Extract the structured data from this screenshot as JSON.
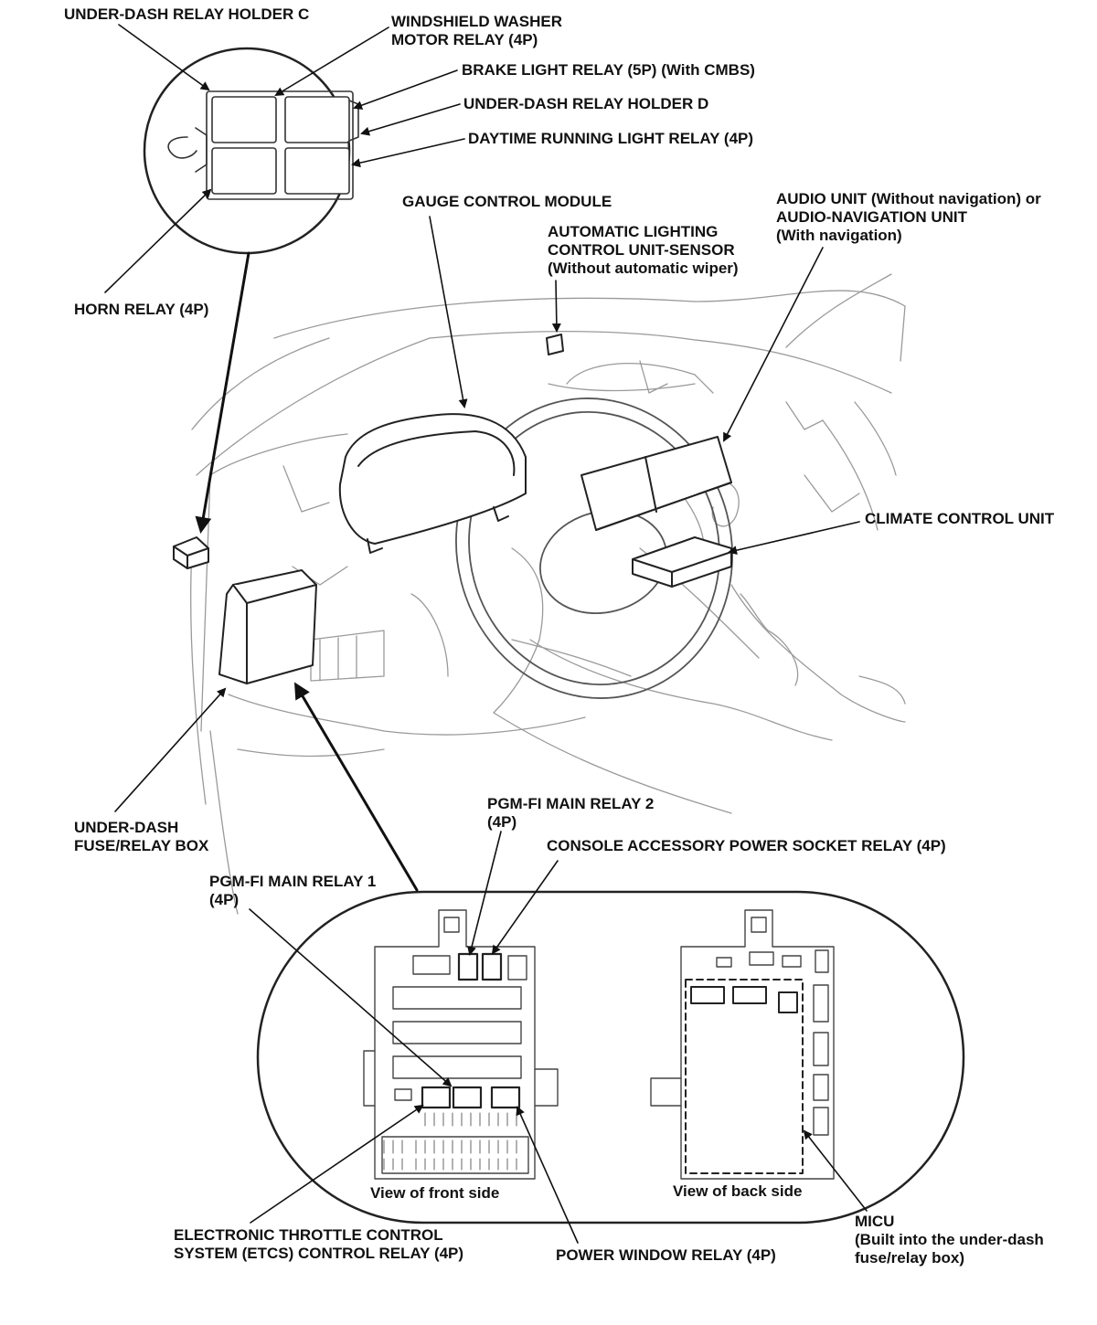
{
  "labels": {
    "relay_holder_c": [
      "UNDER-DASH RELAY HOLDER C"
    ],
    "washer_relay": [
      "WINDSHIELD WASHER",
      "MOTOR RELAY (4P)"
    ],
    "brake_relay": [
      "BRAKE LIGHT RELAY (5P) (With CMBS)"
    ],
    "relay_holder_d": [
      "UNDER-DASH RELAY HOLDER D"
    ],
    "drl_relay": [
      "DAYTIME RUNNING LIGHT RELAY (4P)"
    ],
    "gauge_module": [
      "GAUGE CONTROL MODULE"
    ],
    "lighting_sensor": [
      "AUTOMATIC LIGHTING",
      "CONTROL UNIT-SENSOR",
      "(Without automatic wiper)"
    ],
    "audio_unit": [
      "AUDIO UNIT (Without navigation) or",
      "AUDIO-NAVIGATION UNIT",
      "(With navigation)"
    ],
    "horn_relay": [
      "HORN RELAY (4P)"
    ],
    "climate_unit": [
      "CLIMATE CONTROL UNIT"
    ],
    "fuse_box": [
      "UNDER-DASH",
      "FUSE/RELAY BOX"
    ],
    "pgm_relay_2": [
      "PGM-FI MAIN RELAY 2",
      "(4P)"
    ],
    "console_relay": [
      "CONSOLE ACCESSORY POWER SOCKET RELAY (4P)"
    ],
    "pgm_relay_1": [
      "PGM-FI MAIN RELAY 1",
      "(4P)"
    ],
    "front_view": [
      "View of front side"
    ],
    "back_view": [
      "View of back side"
    ],
    "etcs_relay": [
      "ELECTRONIC THROTTLE CONTROL",
      "SYSTEM (ETCS) CONTROL RELAY (4P)"
    ],
    "power_window_relay": [
      "POWER WINDOW RELAY (4P)"
    ],
    "micu": [
      "MICU",
      "(Built into the under-dash",
      "fuse/relay box)"
    ]
  }
}
